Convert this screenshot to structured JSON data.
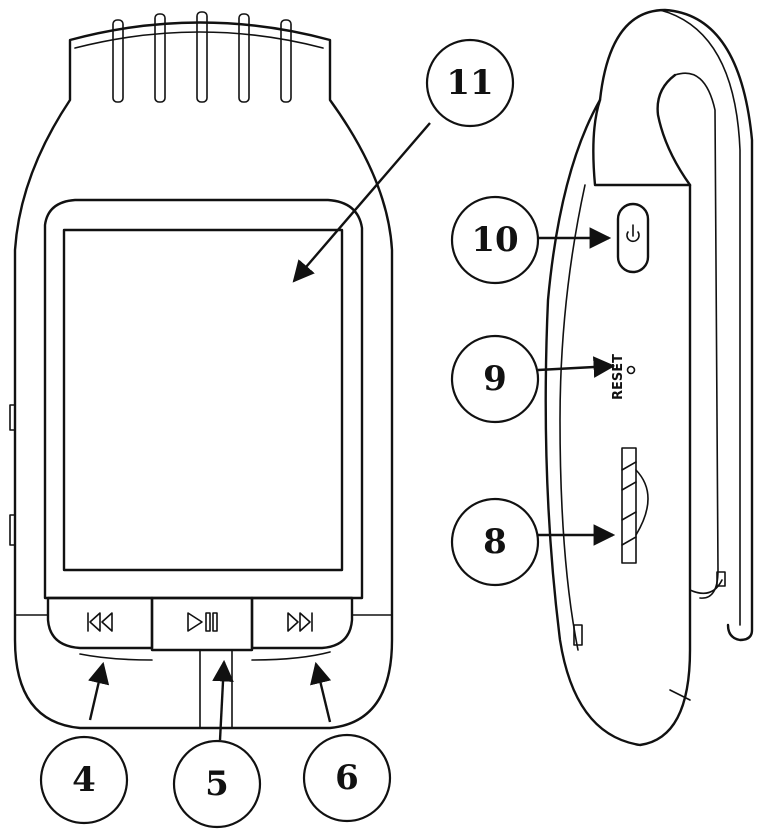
{
  "callouts": {
    "c4": "4",
    "c5": "5",
    "c6": "6",
    "c8": "8",
    "c9": "9",
    "c10": "10",
    "c11": "11"
  },
  "side_labels": {
    "reset": "RESET"
  },
  "icons": {
    "prev": "skip-previous-icon",
    "play_pause": "play-pause-icon",
    "next": "skip-next-icon",
    "power": "power-icon"
  }
}
